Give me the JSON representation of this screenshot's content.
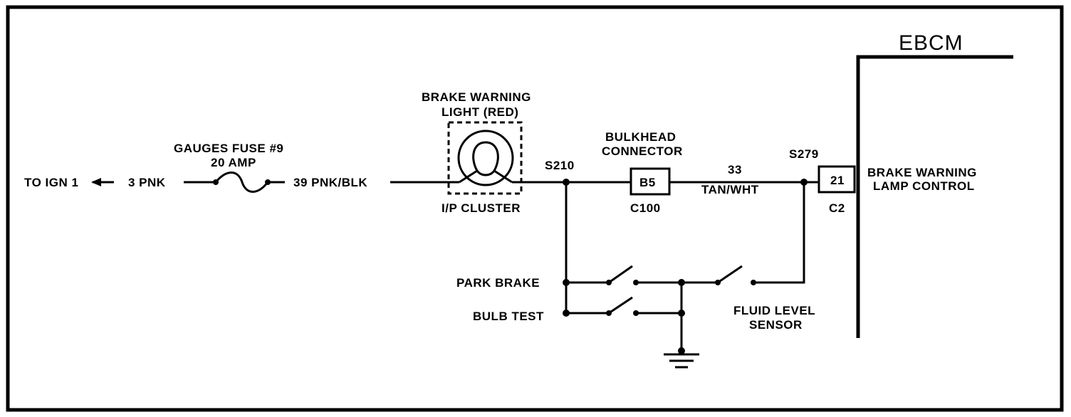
{
  "labels": {
    "to_ign": "TO IGN 1",
    "wire_3": "3 PNK",
    "fuse_name": "GAUGES FUSE #9",
    "fuse_rating": "20 AMP",
    "wire_39": "39 PNK/BLK",
    "light_line1": "BRAKE WARNING",
    "light_line2": "LIGHT (RED)",
    "cluster": "I/P CLUSTER",
    "splice_s210": "S210",
    "bulkhead_line1": "BULKHEAD",
    "bulkhead_line2": "CONNECTOR",
    "pin_b5": "B5",
    "connector_c100": "C100",
    "wire_33": "33",
    "wire_33_color": "TAN/WHT",
    "splice_s279": "S279",
    "pin_21": "21",
    "connector_c2": "C2",
    "ebcm": "EBCM",
    "lamp_control_line1": "BRAKE WARNING",
    "lamp_control_line2": "LAMP CONTROL",
    "park_brake": "PARK BRAKE",
    "bulb_test": "BULB TEST",
    "fluid_line1": "FLUID LEVEL",
    "fluid_line2": "SENSOR"
  }
}
